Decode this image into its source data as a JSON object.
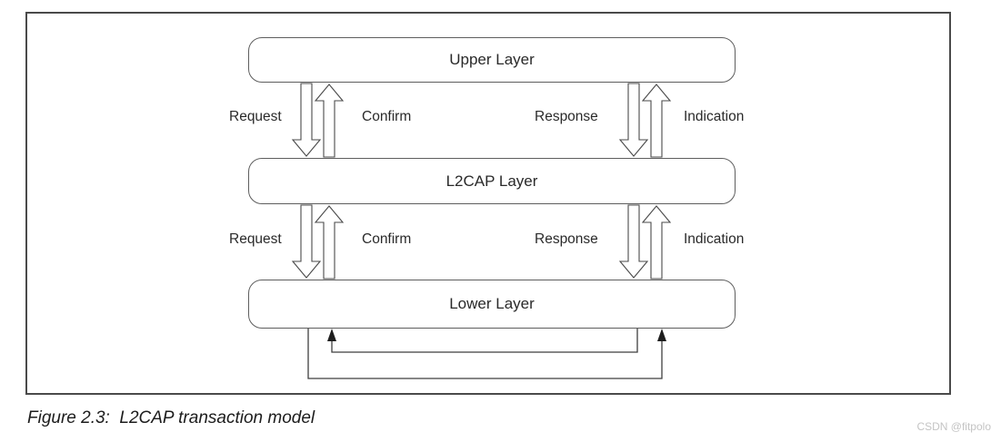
{
  "diagram": {
    "layers": [
      {
        "label": "Upper Layer"
      },
      {
        "label": "L2CAP Layer"
      },
      {
        "label": "Lower Layer"
      }
    ],
    "signals_upper_l2cap": [
      {
        "label": "Request",
        "direction": "down"
      },
      {
        "label": "Confirm",
        "direction": "up"
      },
      {
        "label": "Response",
        "direction": "down"
      },
      {
        "label": "Indication",
        "direction": "up"
      }
    ],
    "signals_l2cap_lower": [
      {
        "label": "Request",
        "direction": "down"
      },
      {
        "label": "Confirm",
        "direction": "up"
      },
      {
        "label": "Response",
        "direction": "down"
      },
      {
        "label": "Indication",
        "direction": "up"
      }
    ],
    "loopback_arrows": [
      {
        "description": "inner loop from below Response up into Confirm position",
        "direction": "up"
      },
      {
        "description": "outer loop from below Request up into Indication position",
        "direction": "up"
      }
    ],
    "colors": {
      "panel_border": "#4a4a4a",
      "box_border": "#5e5e5e",
      "line": "#3f3f3f",
      "text": "#2a2a2a",
      "watermark": "#c4c4c4",
      "background": "#ffffff"
    }
  },
  "caption": "Figure 2.3:  L2CAP transaction model",
  "watermark": "CSDN @fitpolo"
}
